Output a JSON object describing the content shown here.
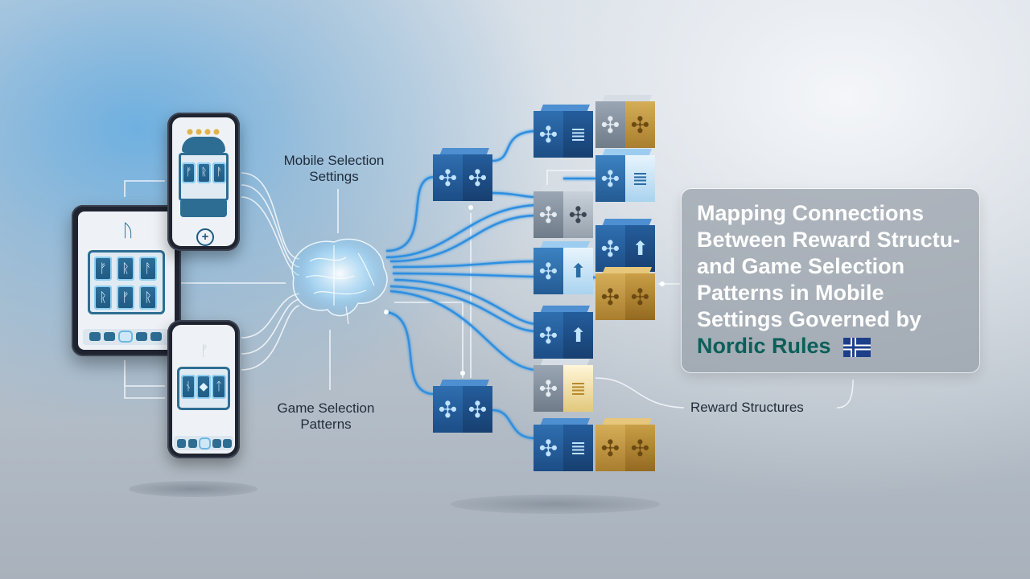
{
  "title": {
    "lines": [
      "Mapping Connections",
      "Between Reward Structu-",
      "and  Game Selection",
      "Patterns in Mobile",
      "Settings Governed by"
    ],
    "highlight": "Nordic Rules"
  },
  "labels": {
    "mobile_selection": [
      "Mobile Selection",
      "Settings"
    ],
    "game_selection": [
      "Game Selection",
      "Patterns"
    ],
    "reward_structures": "Reward Structures"
  },
  "devices": {
    "top_phone_reels": [
      "ᚠ",
      "ᚱ",
      "ᚨ"
    ],
    "tablet_reels": [
      "ᚠ",
      "ᚱ",
      "ᚨ",
      "ᚱ",
      "ᚠ",
      "ᚱ"
    ],
    "bottom_phone_reels": [
      "ᚾ",
      "◆",
      "ᛏ"
    ],
    "tablet_header_rune": "ᚢ",
    "bottom_header_rune": "ᚠ",
    "add_glyph": "+"
  },
  "cube_icons": {
    "knot": "✣",
    "database": "≣",
    "arrow_up": "⬆"
  },
  "colors": {
    "accent_blue": "#2f8fe0",
    "nordic_green": "#0c5f59",
    "gold": "#d5ad58",
    "line_white": "#f3f7fb"
  }
}
